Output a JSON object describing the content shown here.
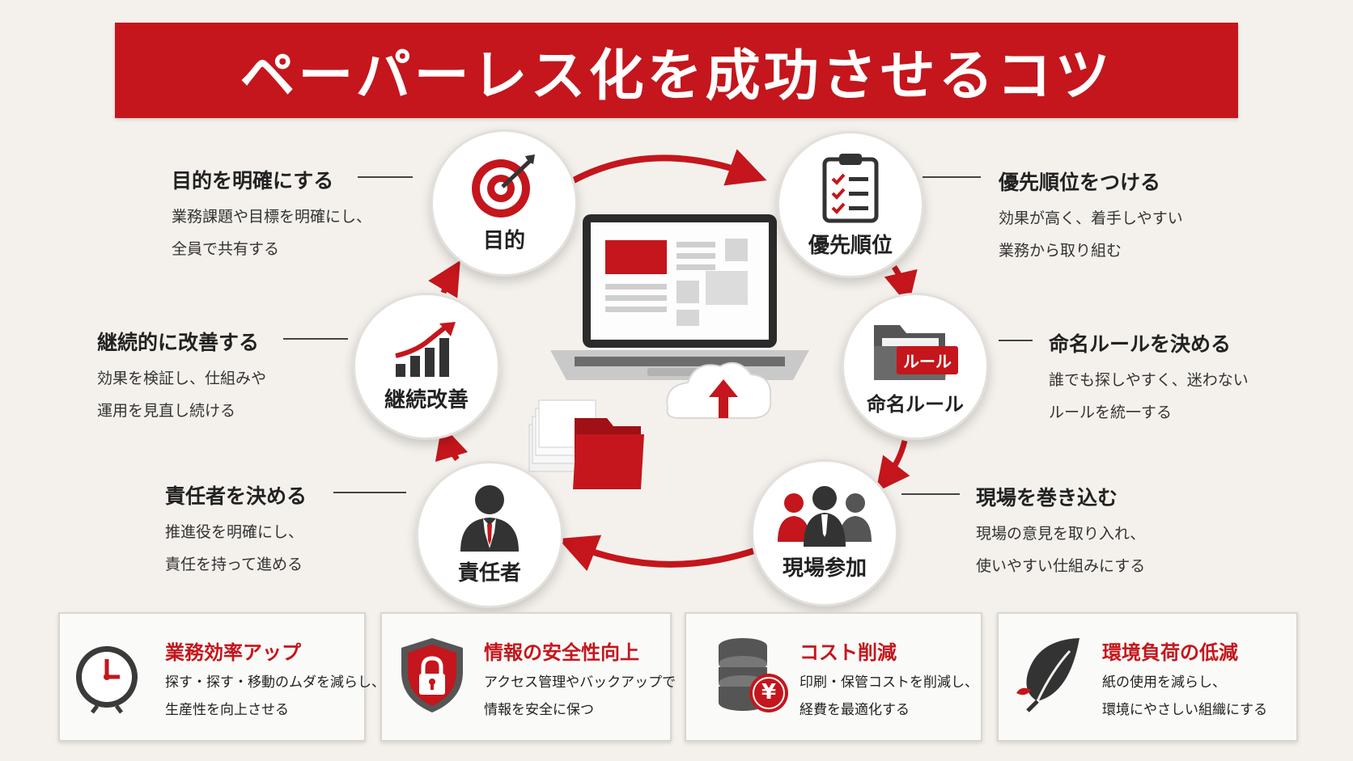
{
  "title": "ペーパーレス化を成功させるコツ",
  "cycle": [
    {
      "id": "purpose",
      "label": "目的",
      "title": "目的を明確にする",
      "desc": [
        "業務課題や目標を明確にし、",
        "全員で共有する"
      ],
      "icon": "target-icon"
    },
    {
      "id": "priority",
      "label": "優先順位",
      "title": "優先順位をつける",
      "desc": [
        "効果が高く、着手しやすい",
        "業務から取り組む"
      ],
      "icon": "clipboard-checklist-icon"
    },
    {
      "id": "naming",
      "label": "命名ルール",
      "badge": "ルール",
      "title": "命名ルールを決める",
      "desc": [
        "誰でも探しやすく、迷わない",
        "ルールを統一する"
      ],
      "icon": "folder-icon"
    },
    {
      "id": "field",
      "label": "現場参加",
      "title": "現場を巻き込む",
      "desc": [
        "現場の意見を取り入れ、",
        "使いやすい仕組みにする"
      ],
      "icon": "group-people-icon"
    },
    {
      "id": "owner",
      "label": "責任者",
      "title": "責任者を決める",
      "desc": [
        "推進役を明確にし、",
        "責任を持って進める"
      ],
      "icon": "business-person-icon"
    },
    {
      "id": "improve",
      "label": "継続改善",
      "title": "継続的に改善する",
      "desc": [
        "効果を検証し、仕組みや",
        "運用を見直し続ける"
      ],
      "icon": "growth-chart-icon"
    }
  ],
  "benefits": [
    {
      "title": "業務効率アップ",
      "desc": [
        "探す・探す・移動のムダを減らし、",
        "生産性を向上させる"
      ],
      "icon": "clock-icon"
    },
    {
      "title": "情報の安全性向上",
      "desc": [
        "アクセス管理やバックアップで",
        "情報を安全に保つ"
      ],
      "icon": "shield-lock-icon"
    },
    {
      "title": "コスト削減",
      "desc": [
        "印刷・保管コストを削減し、",
        "経費を最適化する"
      ],
      "icon": "coin-stack-yen-icon"
    },
    {
      "title": "環境負荷の低減",
      "desc": [
        "紙の使用を減らし、",
        "環境にやさしい組織にする"
      ],
      "icon": "leaf-icon"
    }
  ],
  "badge_symbol": "¥",
  "colors": {
    "accent": "#c4161c",
    "dark": "#333333",
    "background": "#f4f1ec"
  }
}
